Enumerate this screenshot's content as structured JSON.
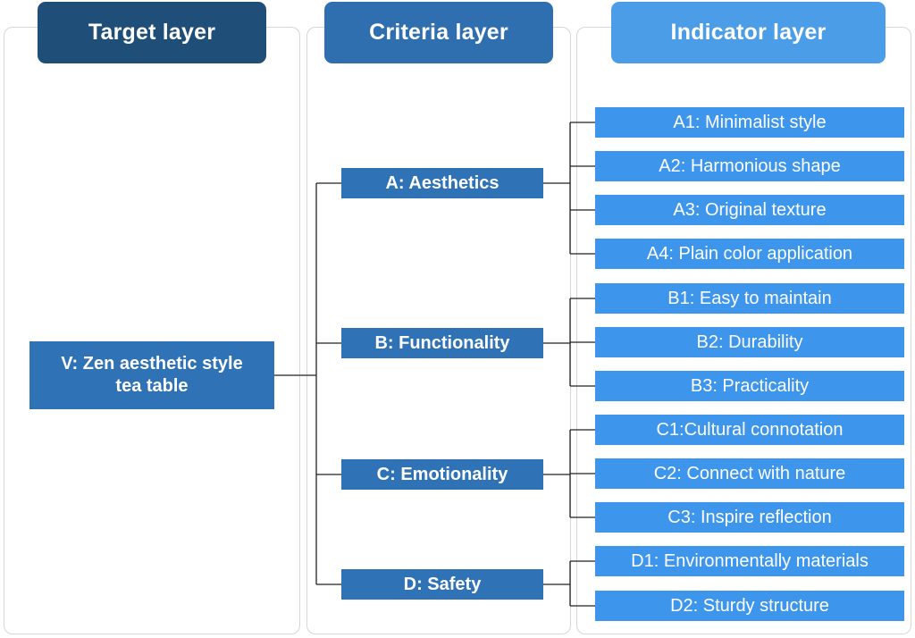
{
  "colors": {
    "target_header": "#1f4e79",
    "criteria_header": "#2f6fb0",
    "indicator_header": "#4a9de6",
    "criteria_box": "#2f72b6",
    "target_box": "#2f72b6",
    "indicator_box": "#3d95ec",
    "connector": "#222222"
  },
  "headers": {
    "target": "Target layer",
    "criteria": "Criteria layer",
    "indicator": "Indicator layer"
  },
  "target": {
    "label": "V: Zen aesthetic style\ntea table"
  },
  "criteria": [
    {
      "label": "A: Aesthetics"
    },
    {
      "label": "B: Functionality"
    },
    {
      "label": "C: Emotionality"
    },
    {
      "label": "D: Safety"
    }
  ],
  "indicators": [
    {
      "label": "A1: Minimalist style"
    },
    {
      "label": "A2: Harmonious shape"
    },
    {
      "label": "A3: Original texture"
    },
    {
      "label": "A4: Plain color application"
    },
    {
      "label": "B1: Easy to maintain"
    },
    {
      "label": "B2: Durability"
    },
    {
      "label": "B3: Practicality"
    },
    {
      "label": "C1:Cultural connotation"
    },
    {
      "label": "C2: Connect with nature"
    },
    {
      "label": "C3: Inspire reflection"
    },
    {
      "label": "D1: Environmentally materials"
    },
    {
      "label": "D2: Sturdy structure"
    }
  ]
}
